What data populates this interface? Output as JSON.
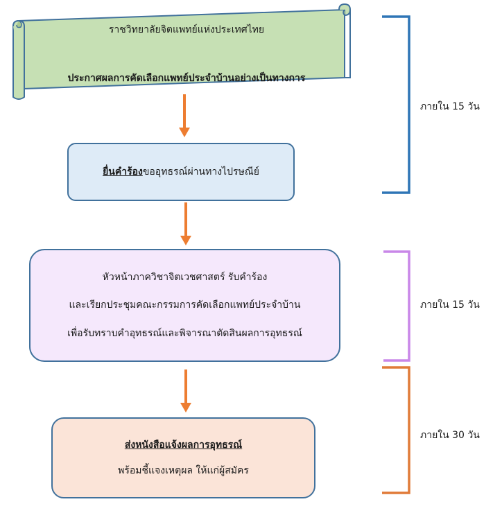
{
  "header_scroll": {
    "line1": "ราชวิทยาลัยจิตแพทย์แห่งประเทศไทย",
    "line2": "ประกาศผลการคัดเลือกแพทย์ประจำบ้านอย่างเป็นทางการ"
  },
  "step_submit": {
    "emphasis": "ยื่นคำร้อง",
    "rest": "ขออุทธรณ์ผ่านทางไปรษณีย์"
  },
  "step_review": {
    "line1": "หัวหน้าภาควิชาจิตเวชศาสตร์ รับคำร้อง",
    "line2": "และเรียกประชุมคณะกรรมการคัดเลือกแพทย์ประจำบ้าน",
    "line3": "เพื่อรับทราบคำอุทธรณ์และพิจารณาตัดสินผลการอุทธรณ์"
  },
  "step_notify": {
    "title": "ส่งหนังสือแจ้งผลการอุทธรณ์",
    "subtitle": "พร้อมชี้แจงเหตุผล ให้แก่ผู้สมัคร"
  },
  "time_labels": {
    "first": "ภายใน 15 วัน",
    "second": "ภายใน 15 วัน",
    "third": "ภายใน 30 วัน"
  },
  "colors": {
    "scroll_fill": "#c6e0b4",
    "scroll_stroke": "#41719c",
    "arrow": "#ed7d31",
    "bracket_blue": "#2e75b6",
    "bracket_purple": "#c987e8",
    "bracket_orange": "#e07b39"
  }
}
